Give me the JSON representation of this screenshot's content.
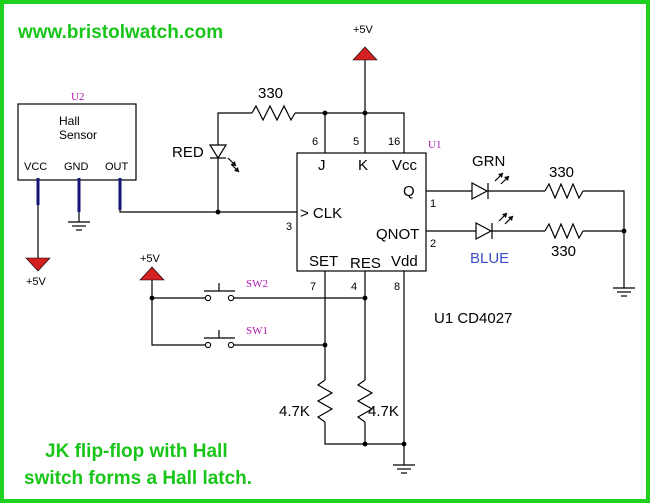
{
  "website": "www.bristolwatch.com",
  "caption": {
    "line1": "JK flip-flop with Hall",
    "line2": "switch forms a Hall latch."
  },
  "hall_sensor": {
    "ref": "U2",
    "name_line1": "Hall",
    "name_line2": "Sensor",
    "pins": [
      "VCC",
      "GND",
      "OUT"
    ]
  },
  "ic": {
    "ref": "U1",
    "part_label": "U1 CD4027",
    "pin_names": {
      "j": "J",
      "k": "K",
      "vcc": "Vcc",
      "q": "Q",
      "clk": "> CLK",
      "qnot": "QNOT",
      "set": "SET",
      "res": "RES",
      "vdd": "Vdd"
    },
    "pin_numbers": {
      "j": "6",
      "k": "5",
      "vcc": "16",
      "q": "1",
      "clk": "3",
      "qnot": "2",
      "set": "7",
      "res": "4",
      "vdd": "8"
    }
  },
  "supply": {
    "top": "+5V",
    "left_sensor": "+5V",
    "switches": "+5V"
  },
  "resistors": {
    "red_led": "330",
    "green_led": "330",
    "blue_led": "330",
    "set_pulldown": "4.7K",
    "res_pulldown": "4.7K"
  },
  "leds": {
    "red": "RED",
    "green": "GRN",
    "blue": "BLUE"
  },
  "switches": {
    "sw2": "SW2",
    "sw1": "SW1"
  },
  "colors": {
    "border": "#1fd11f",
    "title_text": "#19c519",
    "supply_arrow": "#d42020",
    "switch_labels": "#b01ab0",
    "blue_label": "#3b4fc9",
    "sensor_pins": "#14147a"
  }
}
